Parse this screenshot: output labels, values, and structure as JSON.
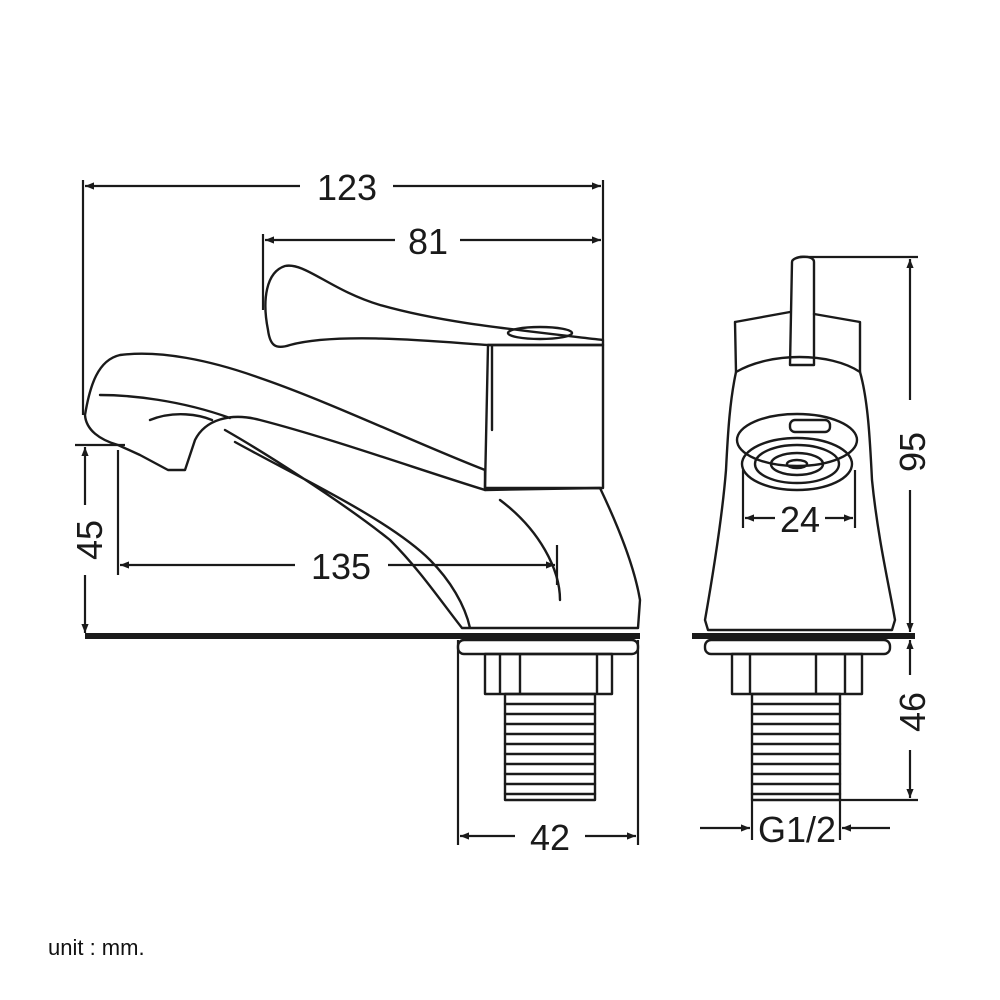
{
  "dimensions": {
    "overall_length": "123",
    "handle_length": "81",
    "spout_height": "45",
    "spout_reach": "135",
    "base_width": "42",
    "total_height": "95",
    "shank_length": "46",
    "aerator_diameter": "24",
    "thread": "G1/2"
  },
  "unit_label": "unit : mm."
}
